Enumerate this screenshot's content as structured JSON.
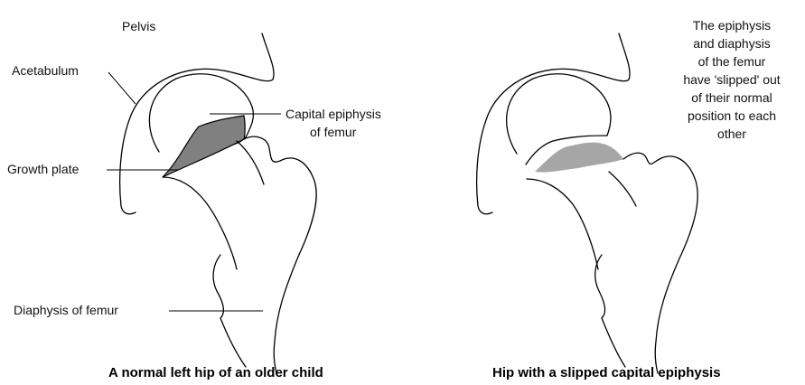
{
  "left_panel": {
    "labels": {
      "pelvis": "Pelvis",
      "acetabulum": "Acetabulum",
      "capital_epiphysis": [
        "Capital epiphysis",
        "of femur"
      ],
      "growth_plate": "Growth plate",
      "diaphysis": "Diaphysis of femur"
    },
    "caption": "A normal left hip of an older child"
  },
  "right_panel": {
    "note_lines": [
      "The epiphysis",
      "and diaphysis",
      "of the femur",
      "have 'slipped' out",
      "of their normal",
      "position to each",
      "other"
    ],
    "caption": "Hip with a slipped capital epiphysis"
  },
  "colors": {
    "growth_plate_normal": "#808080",
    "growth_plate_slipped": "#a6a6a6",
    "outline": "#000000"
  }
}
